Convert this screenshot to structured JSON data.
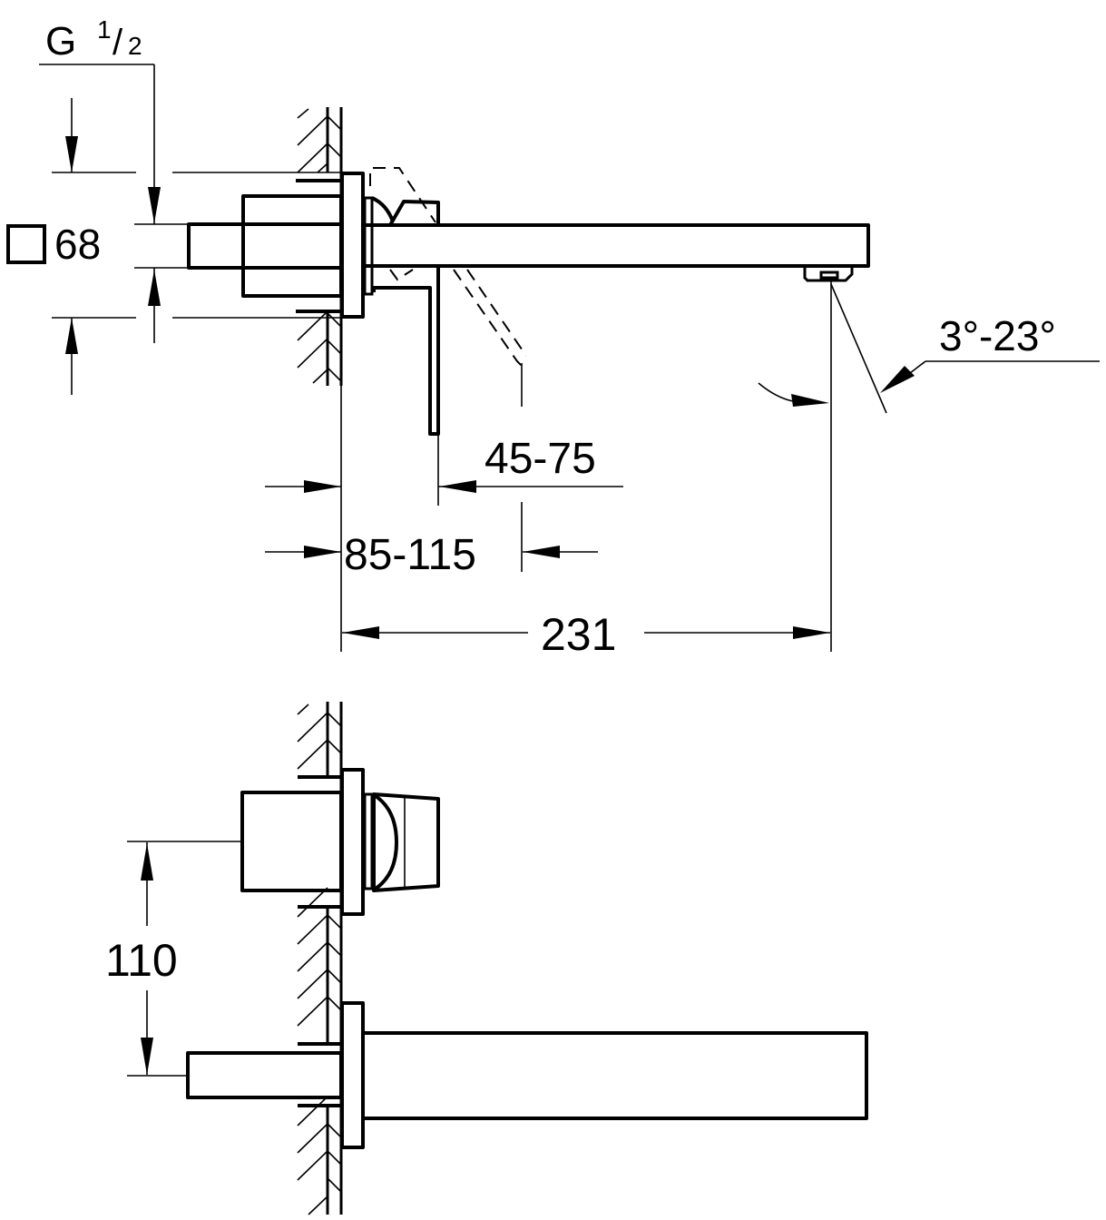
{
  "drawing": {
    "colors": {
      "line": "#000000",
      "background": "#ffffff"
    },
    "top_view": {
      "thread_label": {
        "prefix": "G",
        "numerator": "1",
        "denominator": "2"
      },
      "rosette_label": {
        "icon": "square-icon",
        "value": "68"
      },
      "handle_projection": "45-75",
      "wall_depth": "85-115",
      "spout_length": "231",
      "spout_angle": "3°-23°"
    },
    "side_view": {
      "outlet_spacing": "110"
    }
  }
}
